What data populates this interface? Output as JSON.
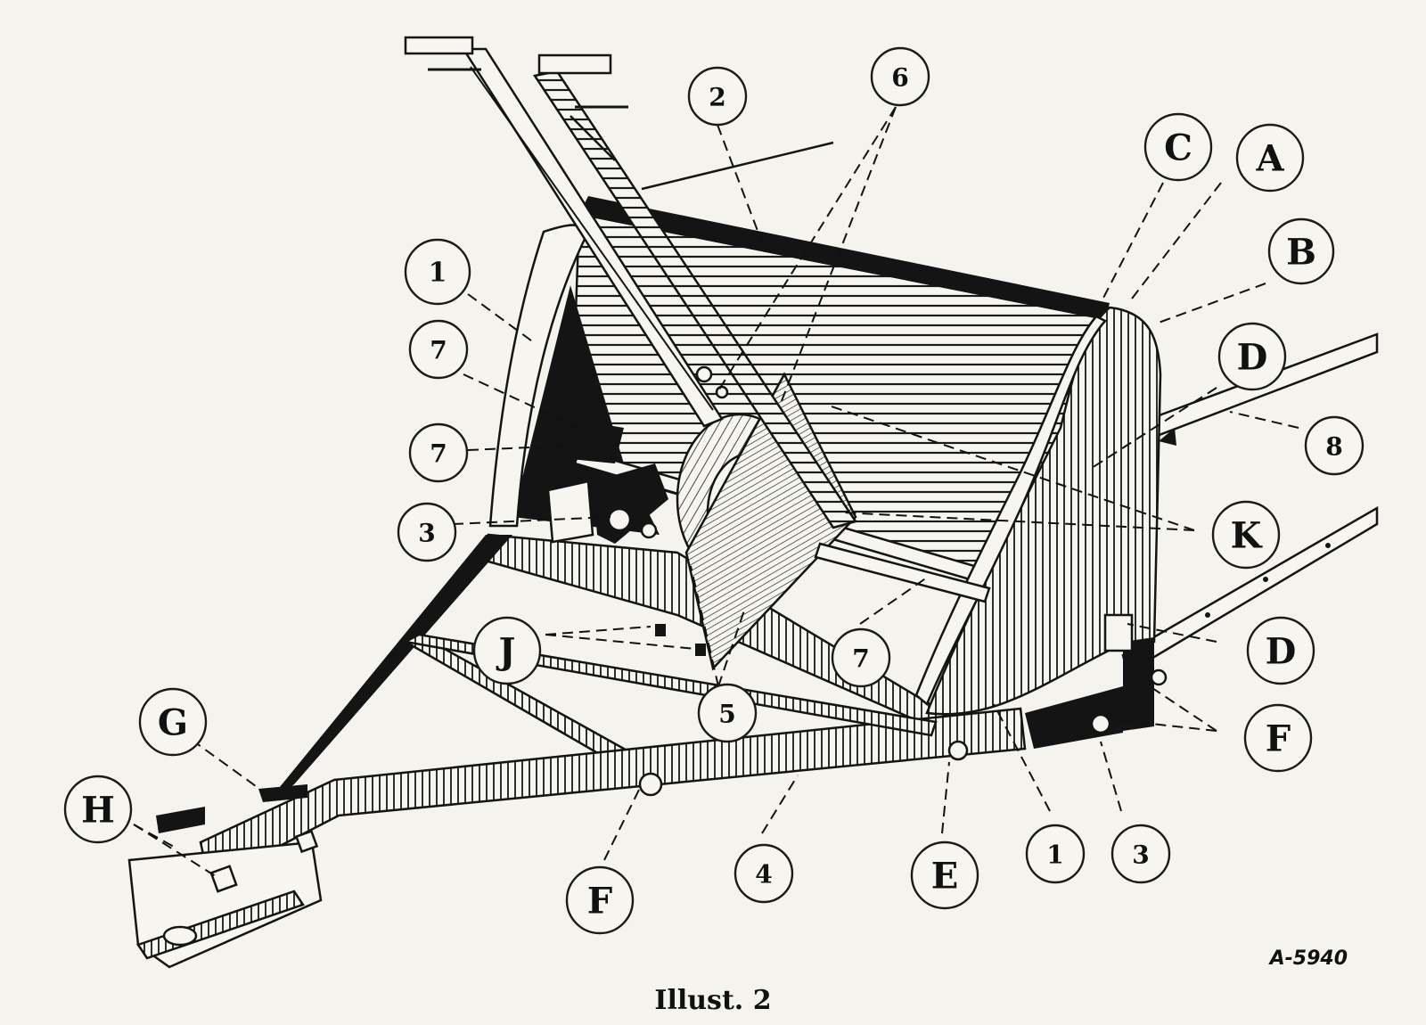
{
  "figure": {
    "caption": "Illust. 2",
    "drawing_number": "A-5940"
  },
  "callouts": [
    {
      "id": "c-1-left",
      "label": "1"
    },
    {
      "id": "c-1-right",
      "label": "1"
    },
    {
      "id": "c-2",
      "label": "2"
    },
    {
      "id": "c-3-left",
      "label": "3"
    },
    {
      "id": "c-3-right",
      "label": "3"
    },
    {
      "id": "c-4",
      "label": "4"
    },
    {
      "id": "c-5",
      "label": "5"
    },
    {
      "id": "c-6",
      "label": "6"
    },
    {
      "id": "c-7-upper",
      "label": "7"
    },
    {
      "id": "c-7-middle",
      "label": "7"
    },
    {
      "id": "c-7-lower",
      "label": "7"
    },
    {
      "id": "c-8",
      "label": "8"
    },
    {
      "id": "c-A",
      "label": "A"
    },
    {
      "id": "c-B",
      "label": "B"
    },
    {
      "id": "c-C",
      "label": "C"
    },
    {
      "id": "c-D-upper",
      "label": "D"
    },
    {
      "id": "c-D-lower",
      "label": "D"
    },
    {
      "id": "c-E",
      "label": "E"
    },
    {
      "id": "c-F-bottom",
      "label": "F"
    },
    {
      "id": "c-F-right",
      "label": "F"
    },
    {
      "id": "c-G",
      "label": "G"
    },
    {
      "id": "c-H",
      "label": "H"
    },
    {
      "id": "c-J",
      "label": "J"
    },
    {
      "id": "c-K",
      "label": "K"
    }
  ]
}
